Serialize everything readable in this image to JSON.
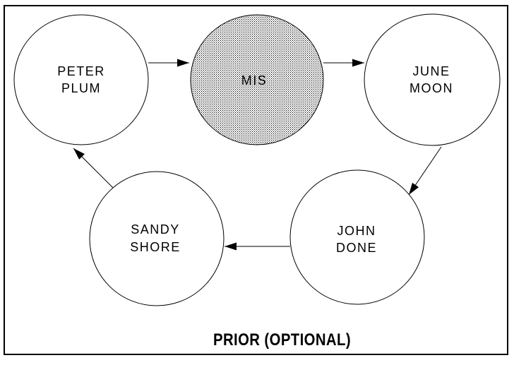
{
  "diagram": {
    "caption": "PRIOR (OPTIONAL)",
    "colors": {
      "background": "#ffffff",
      "stroke": "#000000",
      "text": "#000000",
      "stipple_dot": "#000000"
    },
    "nodes": {
      "peter_plum": {
        "label": "PETER PLUM",
        "lines": [
          "PETER",
          "PLUM"
        ],
        "fill": "white"
      },
      "mis": {
        "label": "MIS",
        "lines": [
          "MIS"
        ],
        "fill": "dotted-stipple"
      },
      "june_moon": {
        "label": "JUNE MOON",
        "lines": [
          "JUNE",
          "MOON"
        ],
        "fill": "white"
      },
      "john_done": {
        "label": "JOHN DONE",
        "lines": [
          "JOHN",
          "DONE"
        ],
        "fill": "white"
      },
      "sandy_shore": {
        "label": "SANDY SHORE",
        "lines": [
          "SANDY",
          "SHORE"
        ],
        "fill": "white"
      }
    },
    "edges": [
      {
        "from": "PETER PLUM",
        "to": "MIS"
      },
      {
        "from": "MIS",
        "to": "JUNE MOON"
      },
      {
        "from": "JUNE MOON",
        "to": "JOHN DONE"
      },
      {
        "from": "JOHN DONE",
        "to": "SANDY SHORE"
      },
      {
        "from": "SANDY SHORE",
        "to": "PETER PLUM"
      }
    ]
  }
}
